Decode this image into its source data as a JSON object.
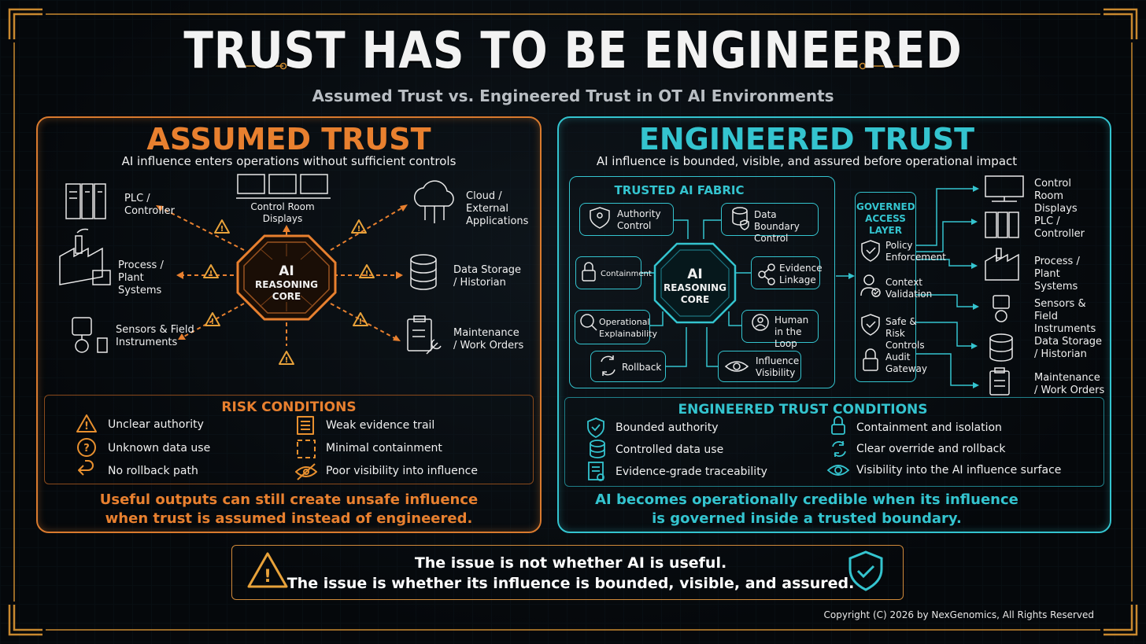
{
  "title": "TRUST HAS TO BE ENGINEERED",
  "subtitle": "Assumed Trust vs. Engineered Trust in OT AI Environments",
  "colors": {
    "orange": "#e8802f",
    "teal": "#34c4cf",
    "bg": "#06090c"
  },
  "assumed": {
    "heading": "ASSUMED TRUST",
    "description": "AI influence enters operations without sufficient controls",
    "core": {
      "line1": "AI",
      "line2": "REASONING",
      "line3": "CORE"
    },
    "nodes": {
      "plc": "PLC / Controller",
      "control_room": "Control Room Displays",
      "cloud": "Cloud / External Applications",
      "process": "Process / Plant Systems",
      "data_storage": "Data Storage / Historian",
      "sensors": "Sensors & Field Instruments",
      "maintenance": "Maintenance / Work Orders"
    },
    "risk_title": "RISK CONDITIONS",
    "risks": [
      {
        "label": "Unclear authority",
        "icon": "warning-icon"
      },
      {
        "label": "Unknown data use",
        "icon": "question-icon"
      },
      {
        "label": "No rollback path",
        "icon": "undo-icon"
      },
      {
        "label": "Weak evidence trail",
        "icon": "document-icon"
      },
      {
        "label": "Minimal containment",
        "icon": "dashed-box-icon"
      },
      {
        "label": "Poor visibility into influence",
        "icon": "eye-slash-icon"
      }
    ],
    "caption_line1": "Useful outputs can still create unsafe influence",
    "caption_line2": "when trust is assumed instead of engineered."
  },
  "engineered": {
    "heading": "ENGINEERED TRUST",
    "description": "AI influence is bounded, visible, and assured before operational impact",
    "fabric_title": "TRUSTED AI FABRIC",
    "core": {
      "line1": "AI",
      "line2": "REASONING",
      "line3": "CORE"
    },
    "fabric": {
      "authority": "Authority Control",
      "data_boundary": "Data Boundary Control",
      "containment": "Containment",
      "evidence": "Evidence Linkage",
      "explainability": "Operational Explainability",
      "human": "Human in the Loop",
      "rollback": "Rollback",
      "visibility": "Influence Visibility"
    },
    "access_title": "GOVERNED ACCESS LAYER",
    "access": {
      "policy": "Policy Enforcement",
      "context": "Context Validation",
      "safe": "Safe & Risk Controls",
      "audit": "Audit Gateway"
    },
    "targets": {
      "control_room": "Control Room Displays",
      "plc": "PLC / Controller",
      "process": "Process / Plant Systems",
      "sensors": "Sensors & Field Instruments",
      "data_storage": "Data Storage / Historian",
      "maintenance": "Maintenance / Work Orders"
    },
    "conditions_title": "ENGINEERED TRUST CONDITIONS",
    "conditions": [
      {
        "label": "Bounded authority",
        "icon": "shield-check-icon"
      },
      {
        "label": "Controlled data use",
        "icon": "database-icon"
      },
      {
        "label": "Evidence-grade traceability",
        "icon": "certificate-icon"
      },
      {
        "label": "Containment and isolation",
        "icon": "lock-icon"
      },
      {
        "label": "Clear override and rollback",
        "icon": "refresh-icon"
      },
      {
        "label": "Visibility into the AI influence surface",
        "icon": "eye-icon"
      }
    ],
    "caption_line1": "AI becomes operationally credible when its influence",
    "caption_line2": "is governed inside a trusted boundary."
  },
  "bottom": {
    "line1": "The issue is not whether AI is useful.",
    "line2": "The issue is whether its influence is bounded, visible, and assured."
  },
  "copyright": "Copyright (C) 2026 by NexGenomics, All Rights Reserved"
}
